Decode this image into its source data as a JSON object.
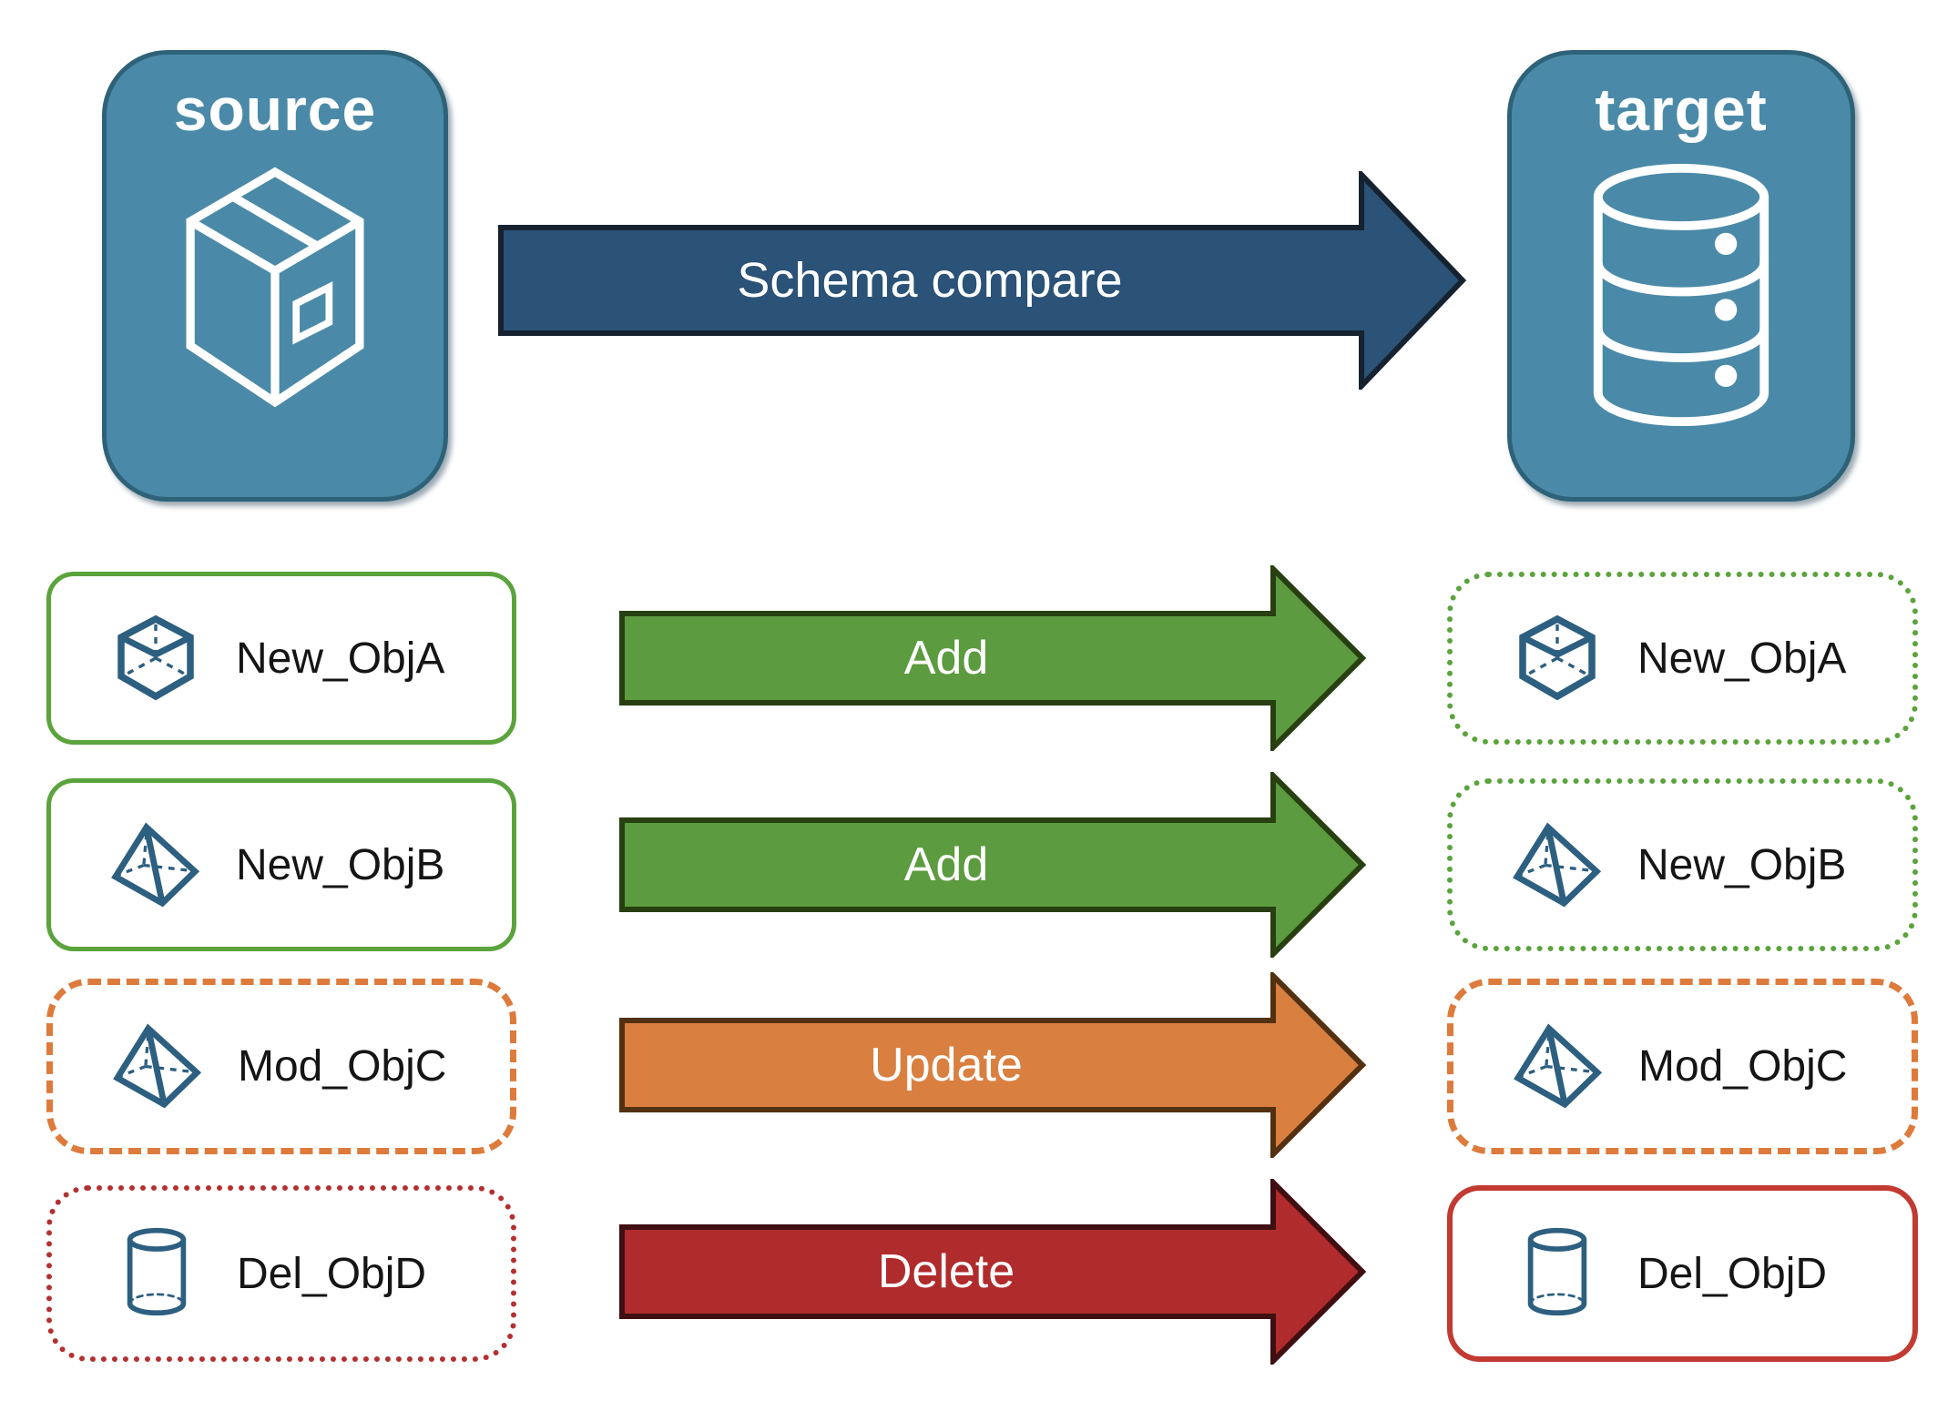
{
  "nodes": {
    "source": {
      "label": "source",
      "icon": "package-icon"
    },
    "target": {
      "label": "target",
      "icon": "database-icon"
    }
  },
  "main_arrow": {
    "label": "Schema compare"
  },
  "rows": [
    {
      "object": "New_ObjA",
      "icon": "cube-icon",
      "action": "Add",
      "source_border": "solid-green",
      "target_border": "dotted-green"
    },
    {
      "object": "New_ObjB",
      "icon": "pyramid-icon",
      "action": "Add",
      "source_border": "solid-green",
      "target_border": "dotted-green"
    },
    {
      "object": "Mod_ObjC",
      "icon": "pyramid-icon",
      "action": "Update",
      "source_border": "dashed-orange",
      "target_border": "dashed-orange"
    },
    {
      "object": "Del_ObjD",
      "icon": "cylinder-icon",
      "action": "Delete",
      "source_border": "dotted-red",
      "target_border": "solid-red"
    }
  ],
  "colors": {
    "badge-fill": "#4a8aa8",
    "badge-border": "#2e6278",
    "icon-stroke": "#2d5f80",
    "schema-arrow-fill": "#2b5277",
    "schema-arrow-border": "#16222f",
    "add-arrow-fill": "#5c9b3f",
    "add-arrow-border": "#283f12",
    "update-arrow-fill": "#d98041",
    "update-arrow-border": "#53300f",
    "delete-arrow-fill": "#b02b2b",
    "delete-arrow-border": "#3f0f12",
    "green-border": "#5ba33c",
    "orange-border": "#dd7b3c",
    "red-dotted": "#b43030",
    "red-solid": "#c23a32",
    "label-text": "#151515",
    "arrow-text": "#ffffff"
  }
}
